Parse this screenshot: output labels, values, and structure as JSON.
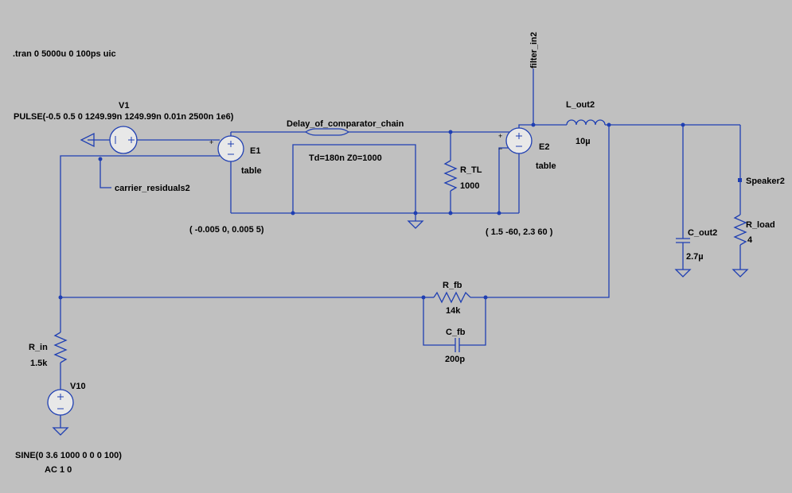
{
  "directive": ".tran 0 5000u 0 100ps uic",
  "components": {
    "v1": {
      "name": "V1",
      "value": "PULSE(-0.5 0.5 0 1249.99n 1249.99n 0.01n 2500n 1e6)"
    },
    "e1": {
      "name": "E1",
      "value": "table",
      "table": "( -0.005 0, 0.005 5)"
    },
    "e2": {
      "name": "E2",
      "value": "table",
      "table": "( 1.5 -60, 2.3 60 )"
    },
    "tline": {
      "name": "Delay_of_comparator_chain",
      "value": "Td=180n Z0=1000"
    },
    "r_tl": {
      "name": "R_TL",
      "value": "1000"
    },
    "l_out2": {
      "name": "L_out2",
      "value": "10µ"
    },
    "c_out2": {
      "name": "C_out2",
      "value": "2.7µ"
    },
    "r_load": {
      "name": "R_load",
      "value": "4"
    },
    "r_fb": {
      "name": "R_fb",
      "value": "14k"
    },
    "c_fb": {
      "name": "C_fb",
      "value": "200p"
    },
    "r_in": {
      "name": "R_in",
      "value": "1.5k"
    },
    "v10": {
      "name": "V10",
      "value": "SINE(0 3.6 1000 0 0 0 100)",
      "ac": "AC 1 0"
    }
  },
  "nets": {
    "carrier": "carrier_residuals2",
    "filter_in": "filter_in2",
    "speaker": "Speaker2"
  },
  "glyphs": {
    "plus": "+",
    "minus": "−"
  },
  "colors": {
    "background": "#c0c0c0",
    "wire": "#1f3fb2",
    "text": "#000000"
  }
}
